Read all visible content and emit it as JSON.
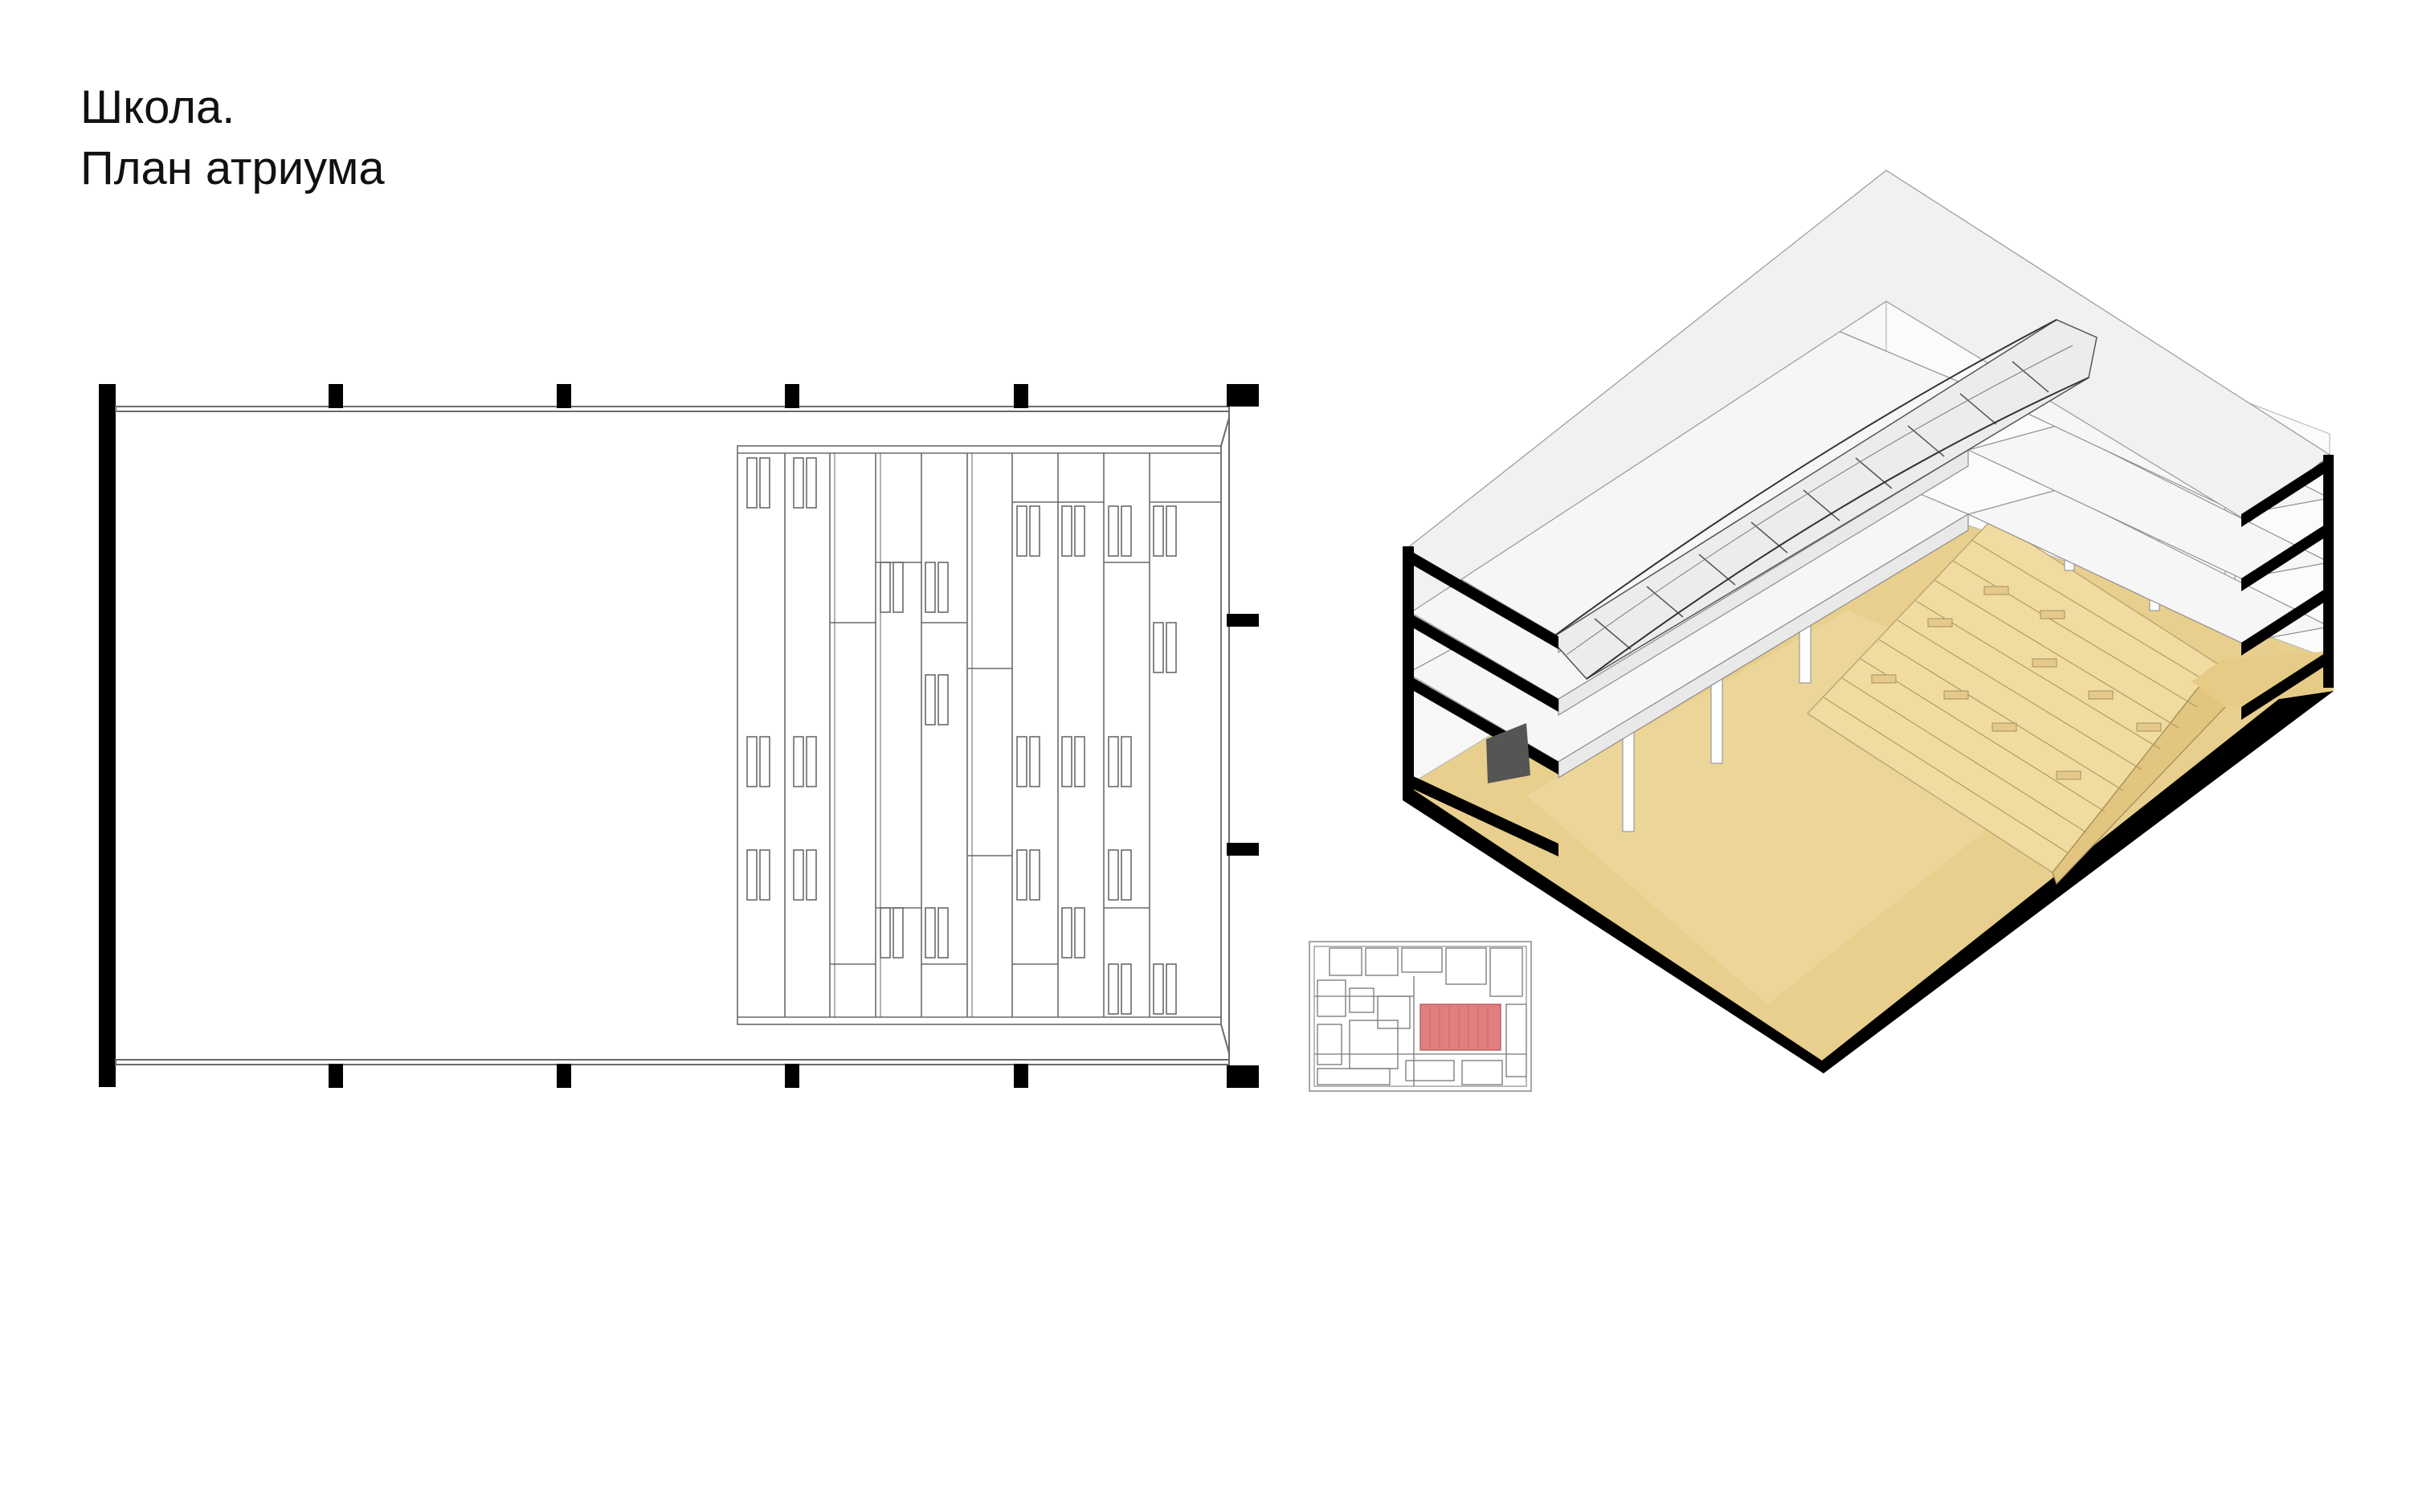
{
  "title": {
    "line1": "Школа.",
    "line2": "План атриума"
  },
  "colors": {
    "atrium_floor": "#e8cf8e",
    "tribune": "#f0dca0",
    "key_plan_highlight": "#e07f7f",
    "walls": "#000000",
    "lines": "#6a6a6a",
    "roof": "#f4f4f4"
  },
  "drawings": {
    "plan": "atrium-floor-plan",
    "key_plan": "building-key-plan",
    "axonometric": "atrium-axonometric-section"
  }
}
